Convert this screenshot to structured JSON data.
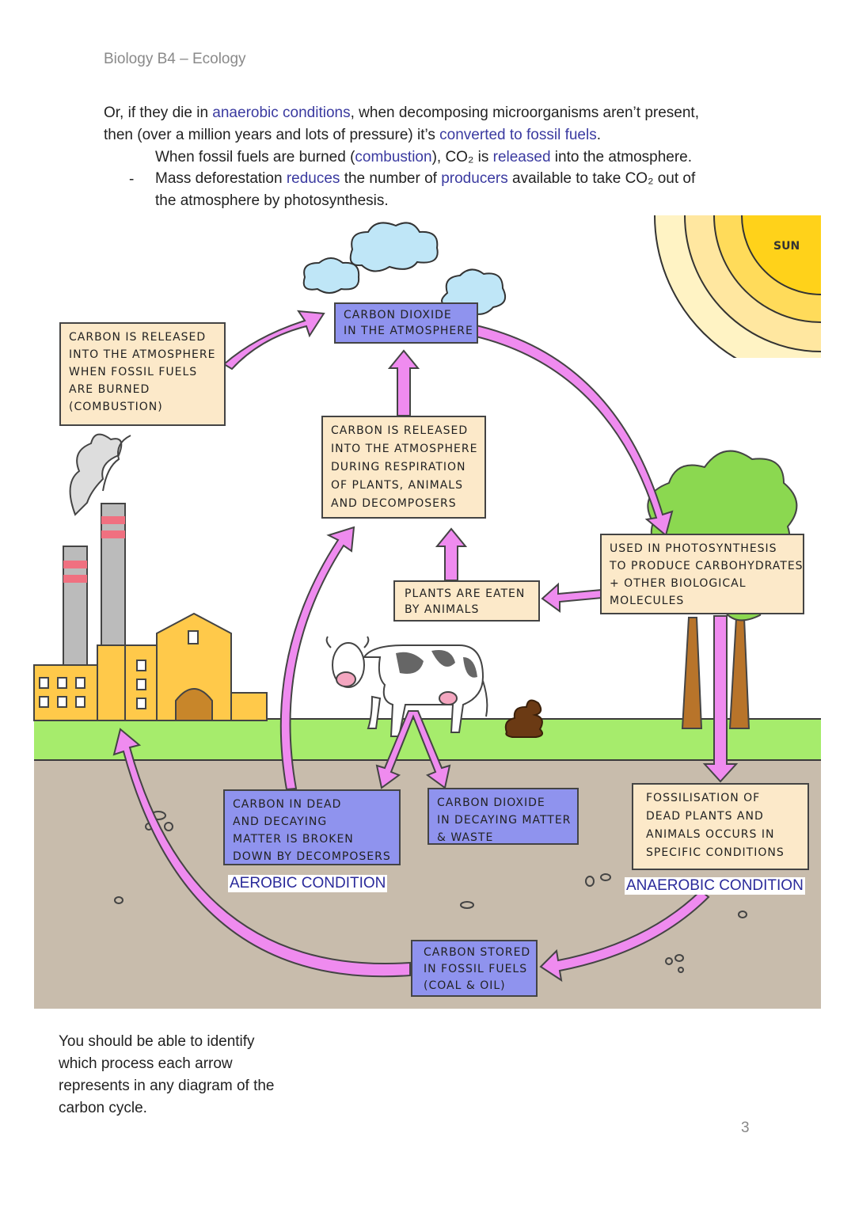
{
  "header": "Biology B4 – Ecology",
  "intro": {
    "l1_a": "Or, if they die in ",
    "l1_hl": "anaerobic conditions",
    "l1_b": ", when decomposing microorganisms aren’t present,",
    "l2_a": "then (over a million years and lots of pressure) it’s ",
    "l2_hl": "converted to fossil fuels",
    "l2_b": "."
  },
  "bullets": {
    "b1_a": "When fossil fuels are burned (",
    "b1_hl1": "combustion",
    "b1_b": "), CO₂ is ",
    "b1_hl2": "released",
    "b1_c": " into the atmosphere.",
    "dash": "-",
    "b2_a": "Mass deforestation ",
    "b2_hl1": "reduces",
    "b2_b": " the number of ",
    "b2_hl2": "producers",
    "b2_c": " available to take CO₂ out of",
    "b2_d": "the atmosphere by photosynthesis."
  },
  "diagram": {
    "sun": "SUN",
    "atmosphere": [
      "CARBON DIOXIDE",
      "IN THE ATMOSPHERE"
    ],
    "combustion": [
      "CARBON IS RELEASED",
      "INTO THE ATMOSPHERE",
      "WHEN FOSSIL FUELS",
      "ARE BURNED",
      "(COMBUSTION)"
    ],
    "respiration": [
      "CARBON IS RELEASED",
      "INTO THE ATMOSPHERE",
      "DURING RESPIRATION",
      "OF PLANTS, ANIMALS",
      "AND DECOMPOSERS"
    ],
    "photosynthesis": [
      "USED IN PHOTOSYNTHESIS",
      "TO PRODUCE CARBOHYDRATES",
      "+ OTHER BIOLOGICAL",
      "MOLECULES"
    ],
    "eaten": [
      "PLANTS ARE EATEN",
      "BY ANIMALS"
    ],
    "decomposers": [
      "CARBON IN DEAD",
      "AND DECAYING",
      "MATTER IS BROKEN",
      "DOWN BY DECOMPOSERS"
    ],
    "decaying": [
      "CARBON DIOXIDE",
      "IN DECAYING MATTER",
      "& WASTE"
    ],
    "fossilisation": [
      "FOSSILISATION OF",
      "DEAD PLANTS AND",
      "ANIMALS OCCURS IN",
      "SPECIFIC CONDITIONS"
    ],
    "stored": [
      "CARBON STORED",
      "IN FOSSIL FUELS",
      "(COAL & OIL)"
    ],
    "aerobic": "AEROBIC CONDITION",
    "anaerobic": "ANAEROBIC CONDITION"
  },
  "footer": [
    "You should be able to identify",
    "which process each arrow",
    "represents in any diagram of the",
    "carbon cycle."
  ],
  "page_number": "3",
  "colors": {
    "arrow": "#ef8bef",
    "box_cream": "#fce9c9",
    "box_blue": "#8f93ee",
    "grass": "#a6ec6c",
    "ground": "#c8bcac",
    "sun": "#ffd21a",
    "highlight_text": "#3a3aa0"
  }
}
